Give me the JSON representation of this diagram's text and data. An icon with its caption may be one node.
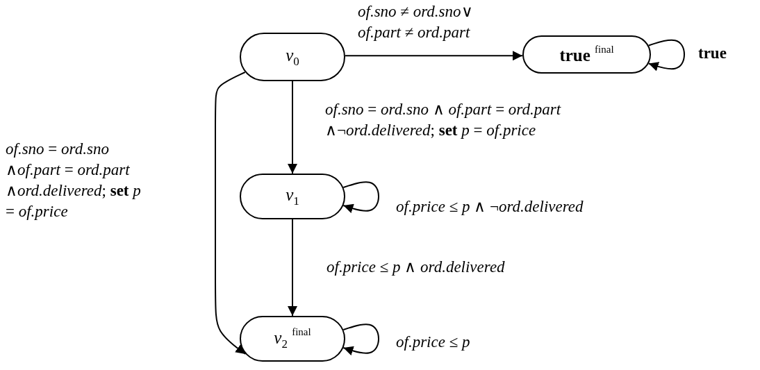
{
  "diagram": {
    "nodes": [
      {
        "text": [
          "*v*$_{0}$"
        ]
      },
      {
        "text": [
          "**true** $^{final}$"
        ]
      },
      {
        "text": [
          "*v*$_{1}$"
        ]
      },
      {
        "text": [
          "*v*$_{2}$ $^{final}$"
        ]
      }
    ],
    "edges": [
      {
        "from": 0,
        "to": 1,
        "arrow": "to",
        "label": "*of.sno* ≠ *ord.sno*∨ *of.part* ≠ *ord.part*"
      },
      {
        "from": 1,
        "to": 1,
        "arrow": "to",
        "label": "true"
      },
      {
        "from": 0,
        "to": 2,
        "arrow": "to",
        "label": "*of.sno* = *ord.sno* ∧ *of.part* = *ord.part* ∧¬*ord.delivered*; **set** *p* = *of.price*"
      },
      {
        "from": 2,
        "to": 2,
        "arrow": "to",
        "label": "*of.price* ≤ *p* ∧ ¬*ord.delivered*"
      },
      {
        "from": 2,
        "to": 3,
        "arrow": "to",
        "label": "*of.price* ≤ *p* ∧ *ord.delivered*"
      },
      {
        "from": 0,
        "to": 3,
        "arrow": "to",
        "label": "*of.sno* = *ord.sno* ∧*of.part* = *ord.part* ∧*ord.delivered*; **set** *p* = *of.price*"
      },
      {
        "from": 3,
        "to": 3,
        "arrow": "to",
        "label": "*of.price* ≤ *p*"
      }
    ]
  }
}
